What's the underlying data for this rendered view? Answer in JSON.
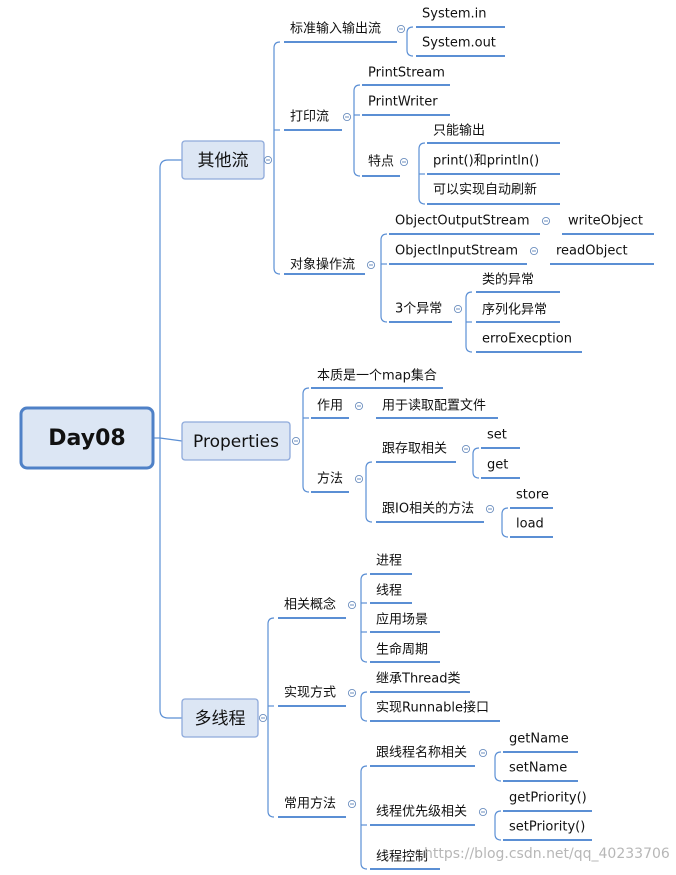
{
  "root": {
    "label": "Day08",
    "children": [
      {
        "label": "其他流",
        "children": [
          {
            "label": "标准输入输出流",
            "children": [
              {
                "label": "System.in"
              },
              {
                "label": "System.out"
              }
            ]
          },
          {
            "label": "打印流",
            "children": [
              {
                "label": "PrintStream"
              },
              {
                "label": "PrintWriter"
              },
              {
                "label": "特点",
                "children": [
                  {
                    "label": "只能输出"
                  },
                  {
                    "label": "print()和println()"
                  },
                  {
                    "label": "可以实现自动刷新"
                  }
                ]
              }
            ]
          },
          {
            "label": "对象操作流",
            "children": [
              {
                "label": "ObjectOutputStream",
                "children": [
                  {
                    "label": "writeObject"
                  }
                ]
              },
              {
                "label": "ObjectInputStream",
                "children": [
                  {
                    "label": "readObject"
                  }
                ]
              },
              {
                "label": "3个异常",
                "children": [
                  {
                    "label": "类的异常"
                  },
                  {
                    "label": "序列化异常"
                  },
                  {
                    "label": "erroExecption"
                  }
                ]
              }
            ]
          }
        ]
      },
      {
        "label": "Properties",
        "children": [
          {
            "label": "本质是一个map集合"
          },
          {
            "label": "作用",
            "children": [
              {
                "label": "用于读取配置文件"
              }
            ]
          },
          {
            "label": "方法",
            "children": [
              {
                "label": "跟存取相关",
                "children": [
                  {
                    "label": "set"
                  },
                  {
                    "label": "get"
                  }
                ]
              },
              {
                "label": "跟IO相关的方法",
                "children": [
                  {
                    "label": "store"
                  },
                  {
                    "label": "load"
                  }
                ]
              }
            ]
          }
        ]
      },
      {
        "label": "多线程",
        "children": [
          {
            "label": "相关概念",
            "children": [
              {
                "label": "进程"
              },
              {
                "label": "线程"
              },
              {
                "label": "应用场景"
              },
              {
                "label": "生命周期"
              }
            ]
          },
          {
            "label": "实现方式",
            "children": [
              {
                "label": "继承Thread类"
              },
              {
                "label": "实现Runnable接口"
              }
            ]
          },
          {
            "label": "常用方法",
            "children": [
              {
                "label": "跟线程名称相关",
                "children": [
                  {
                    "label": "getName"
                  },
                  {
                    "label": "setName"
                  }
                ]
              },
              {
                "label": "线程优先级相关",
                "children": [
                  {
                    "label": "getPriority()"
                  },
                  {
                    "label": "setPriority()"
                  }
                ]
              },
              {
                "label": "线程控制"
              }
            ]
          }
        ]
      }
    ]
  },
  "watermark": "https://blog.csdn.net/qq_40233706",
  "colors": {
    "line": "#5b8fd4",
    "root_fill": "#dce6f4",
    "root_border": "#4f81c7",
    "topic_fill": "#dce6f4",
    "topic_border": "#8eaadb",
    "text": "#111111"
  }
}
